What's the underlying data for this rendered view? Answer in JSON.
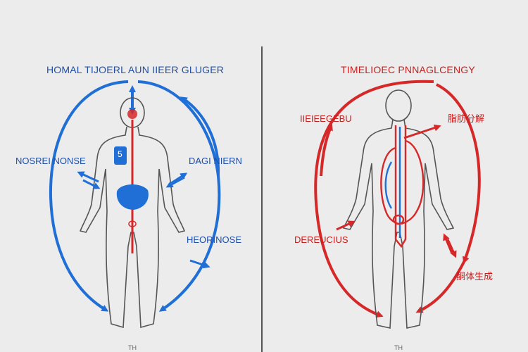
{
  "left_panel": {
    "title": "HOMAL TIJOERL AUN IIEER GLUGER",
    "label_left": "NOSREI NONSE",
    "label_right": "DAGI NIERN",
    "label_lower_right": "HEORINOSE",
    "badge": "5",
    "footer": "TH",
    "accent_color": "#1f6fd6"
  },
  "right_panel": {
    "title": "TIMELIOEC PNNAGLCENGY",
    "label_top_left": "IIEIEEGEBU",
    "label_top_right": "脂肪分解",
    "label_lower_left": "DEREUCIUS",
    "label_lower_right": "酮体生成",
    "footer": "TH",
    "accent_color": "#d62828"
  },
  "divider_color": "#555555"
}
